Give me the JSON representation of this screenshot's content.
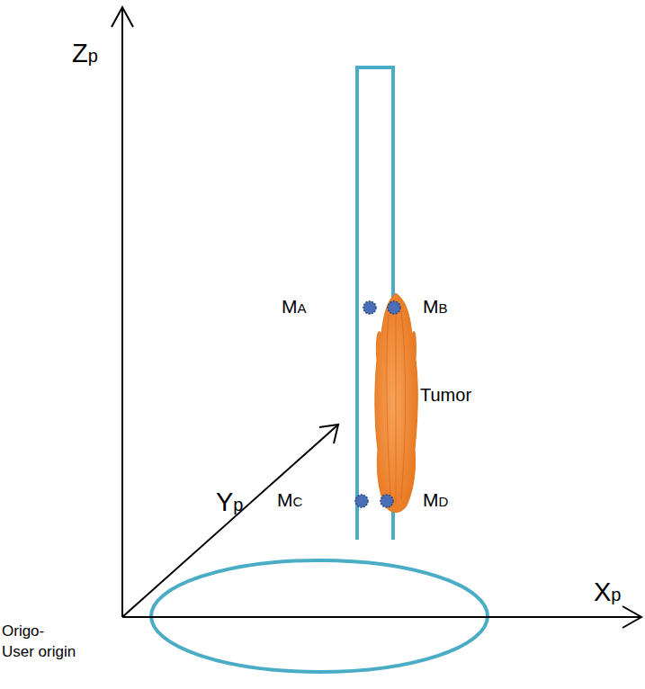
{
  "diagram": {
    "labels": [
      "Zp",
      "Yp",
      "Xp",
      "MA",
      "MB",
      "Tumor",
      "MC",
      "MD",
      "Origo-",
      "User origin"
    ]
  }
}
